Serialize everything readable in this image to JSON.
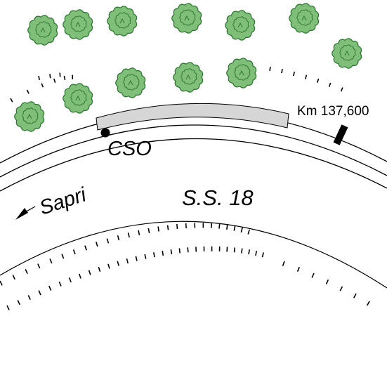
{
  "labels": {
    "km_marker": "Km 137,600",
    "station": "CSO",
    "road_name": "S.S. 18",
    "direction": "Sapri"
  },
  "icons": {
    "tree": "tree-icon",
    "station_dot": "station-dot-icon",
    "km_post": "km-post-marker-icon",
    "direction_arrow": "arrow-left-down-icon"
  },
  "colors": {
    "tree_fill": "#7fbf7a",
    "tree_stroke": "#2f7a33",
    "platform_fill": "#d6d6d6",
    "line": "#000000"
  }
}
